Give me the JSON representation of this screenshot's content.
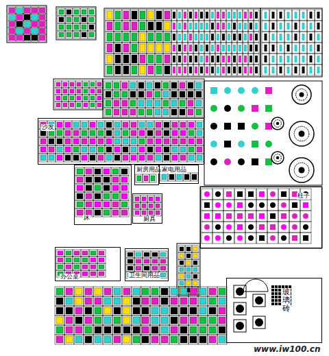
{
  "diagram": {
    "nodes": [
      {
        "text": [
          "沙发"
        ]
      },
      {
        "text": [
          "床"
        ]
      },
      {
        "text": [
          "厨房用品"
        ]
      },
      {
        "text": [
          "家电用品"
        ]
      },
      {
        "text": [
          "厨具"
        ]
      },
      {
        "text": [
          "办公桌"
        ]
      },
      {
        "text": [
          "卫生间用品"
        ]
      },
      {
        "text": [
          "柱子"
        ]
      },
      {
        "text": [
          "玻璃砖"
        ]
      }
    ],
    "labels": [
      "www.iw100.cn"
    ]
  }
}
